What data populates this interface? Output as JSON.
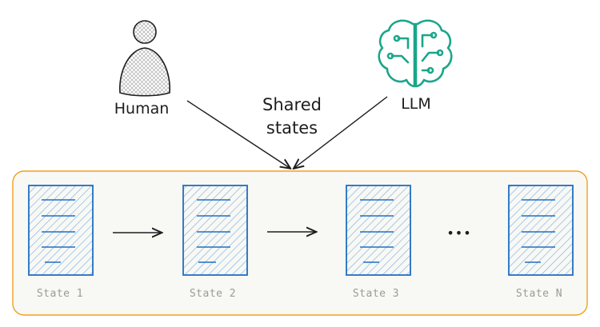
{
  "actors": {
    "human": {
      "label": "Human",
      "icon": "person-icon"
    },
    "llm": {
      "label": "LLM",
      "icon": "brain-circuit-icon"
    }
  },
  "shared": {
    "line1": "Shared",
    "line2": "states"
  },
  "states": [
    "State 1",
    "State 2",
    "State 3",
    "State N"
  ],
  "ellipsis": "•••",
  "colors": {
    "container_border": "#f0a020",
    "container_fill": "#f8f8f4",
    "doc_stroke": "#1f6fc4",
    "doc_hatch": "#7fb2e6",
    "brain": "#1aa68a",
    "arrow": "#1e1e1e",
    "label_gray": "#9a9a9a"
  }
}
